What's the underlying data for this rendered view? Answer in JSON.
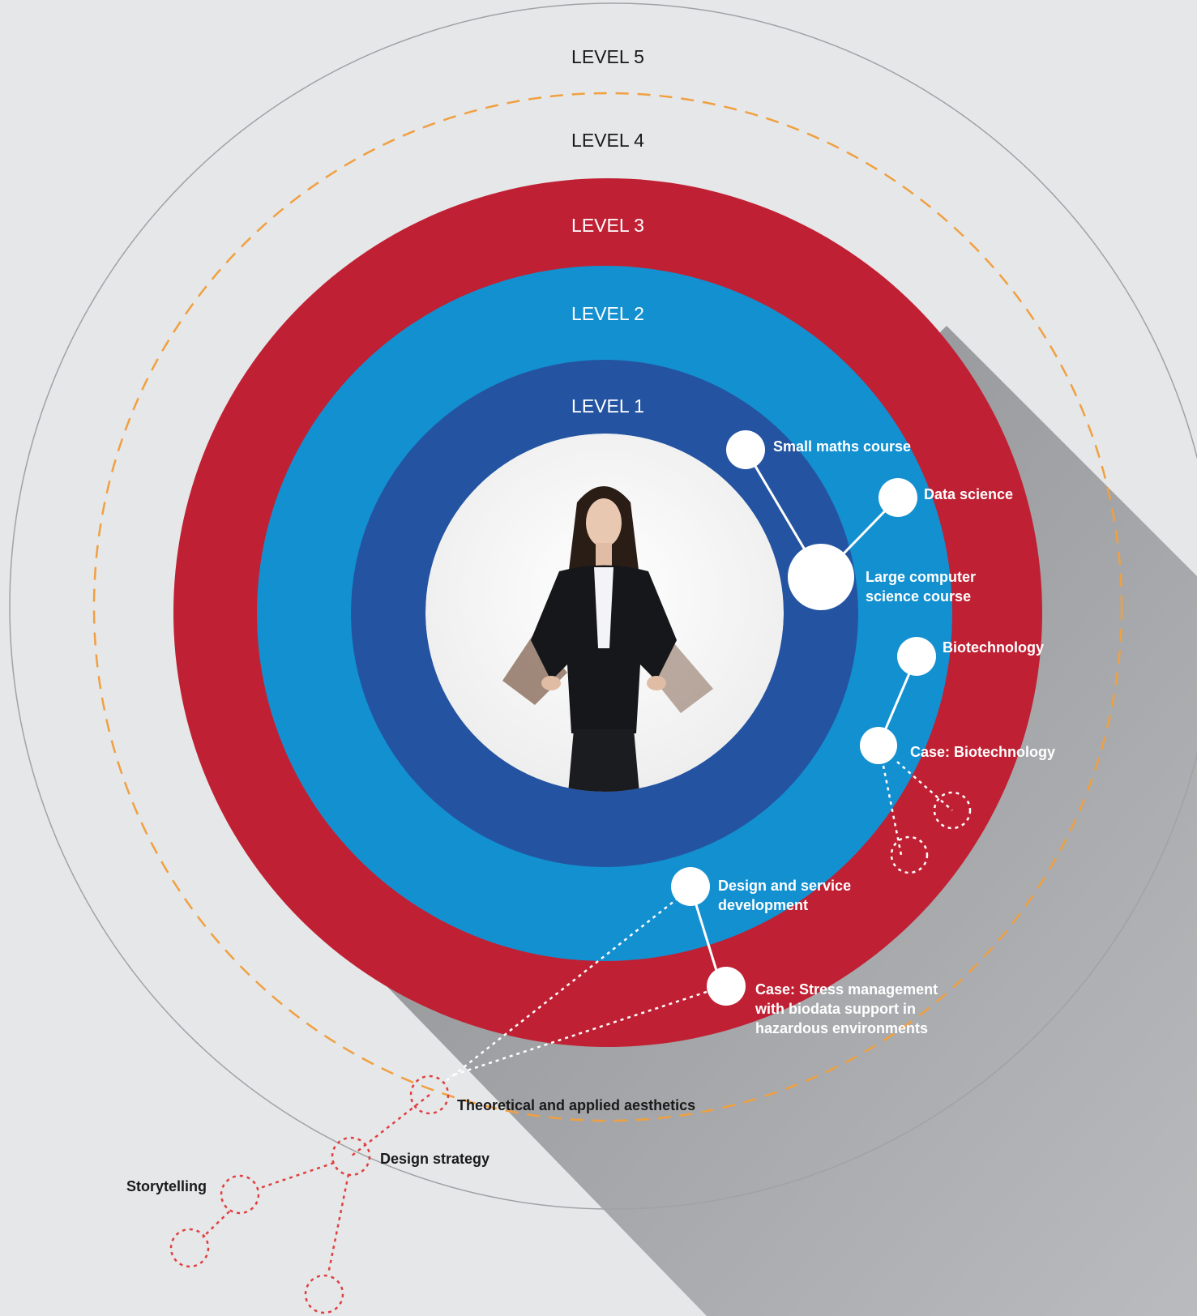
{
  "levels": [
    "LEVEL 1",
    "LEVEL 2",
    "LEVEL 3",
    "LEVEL 4",
    "LEVEL 5"
  ],
  "colors": {
    "background": "#e6e7e9",
    "level1": "#2454a1",
    "level2": "#1390d0",
    "level3": "#c02033",
    "level4_ring": "#f0a040",
    "level5_ring": "#a9abad",
    "shadow": "#8c8e91",
    "node": "#ffffff",
    "external_link": "#e04040"
  },
  "nodes": {
    "small_maths": "Small maths course",
    "data_science": "Data science",
    "large_cs_1": "Large computer",
    "large_cs_2": "science course",
    "biotech": "Biotechnology",
    "case_biotech": "Case: Biotechnology",
    "design_service_1": "Design and service",
    "design_service_2": "development",
    "case_stress_1": "Case: Stress management",
    "case_stress_2": "with biodata support in",
    "case_stress_3": "hazardous environments"
  },
  "external": {
    "aesthetics": "Theoretical and applied aesthetics",
    "design_strategy": "Design strategy",
    "storytelling": "Storytelling"
  },
  "center_image": "photo-of-woman-in-business-suit"
}
